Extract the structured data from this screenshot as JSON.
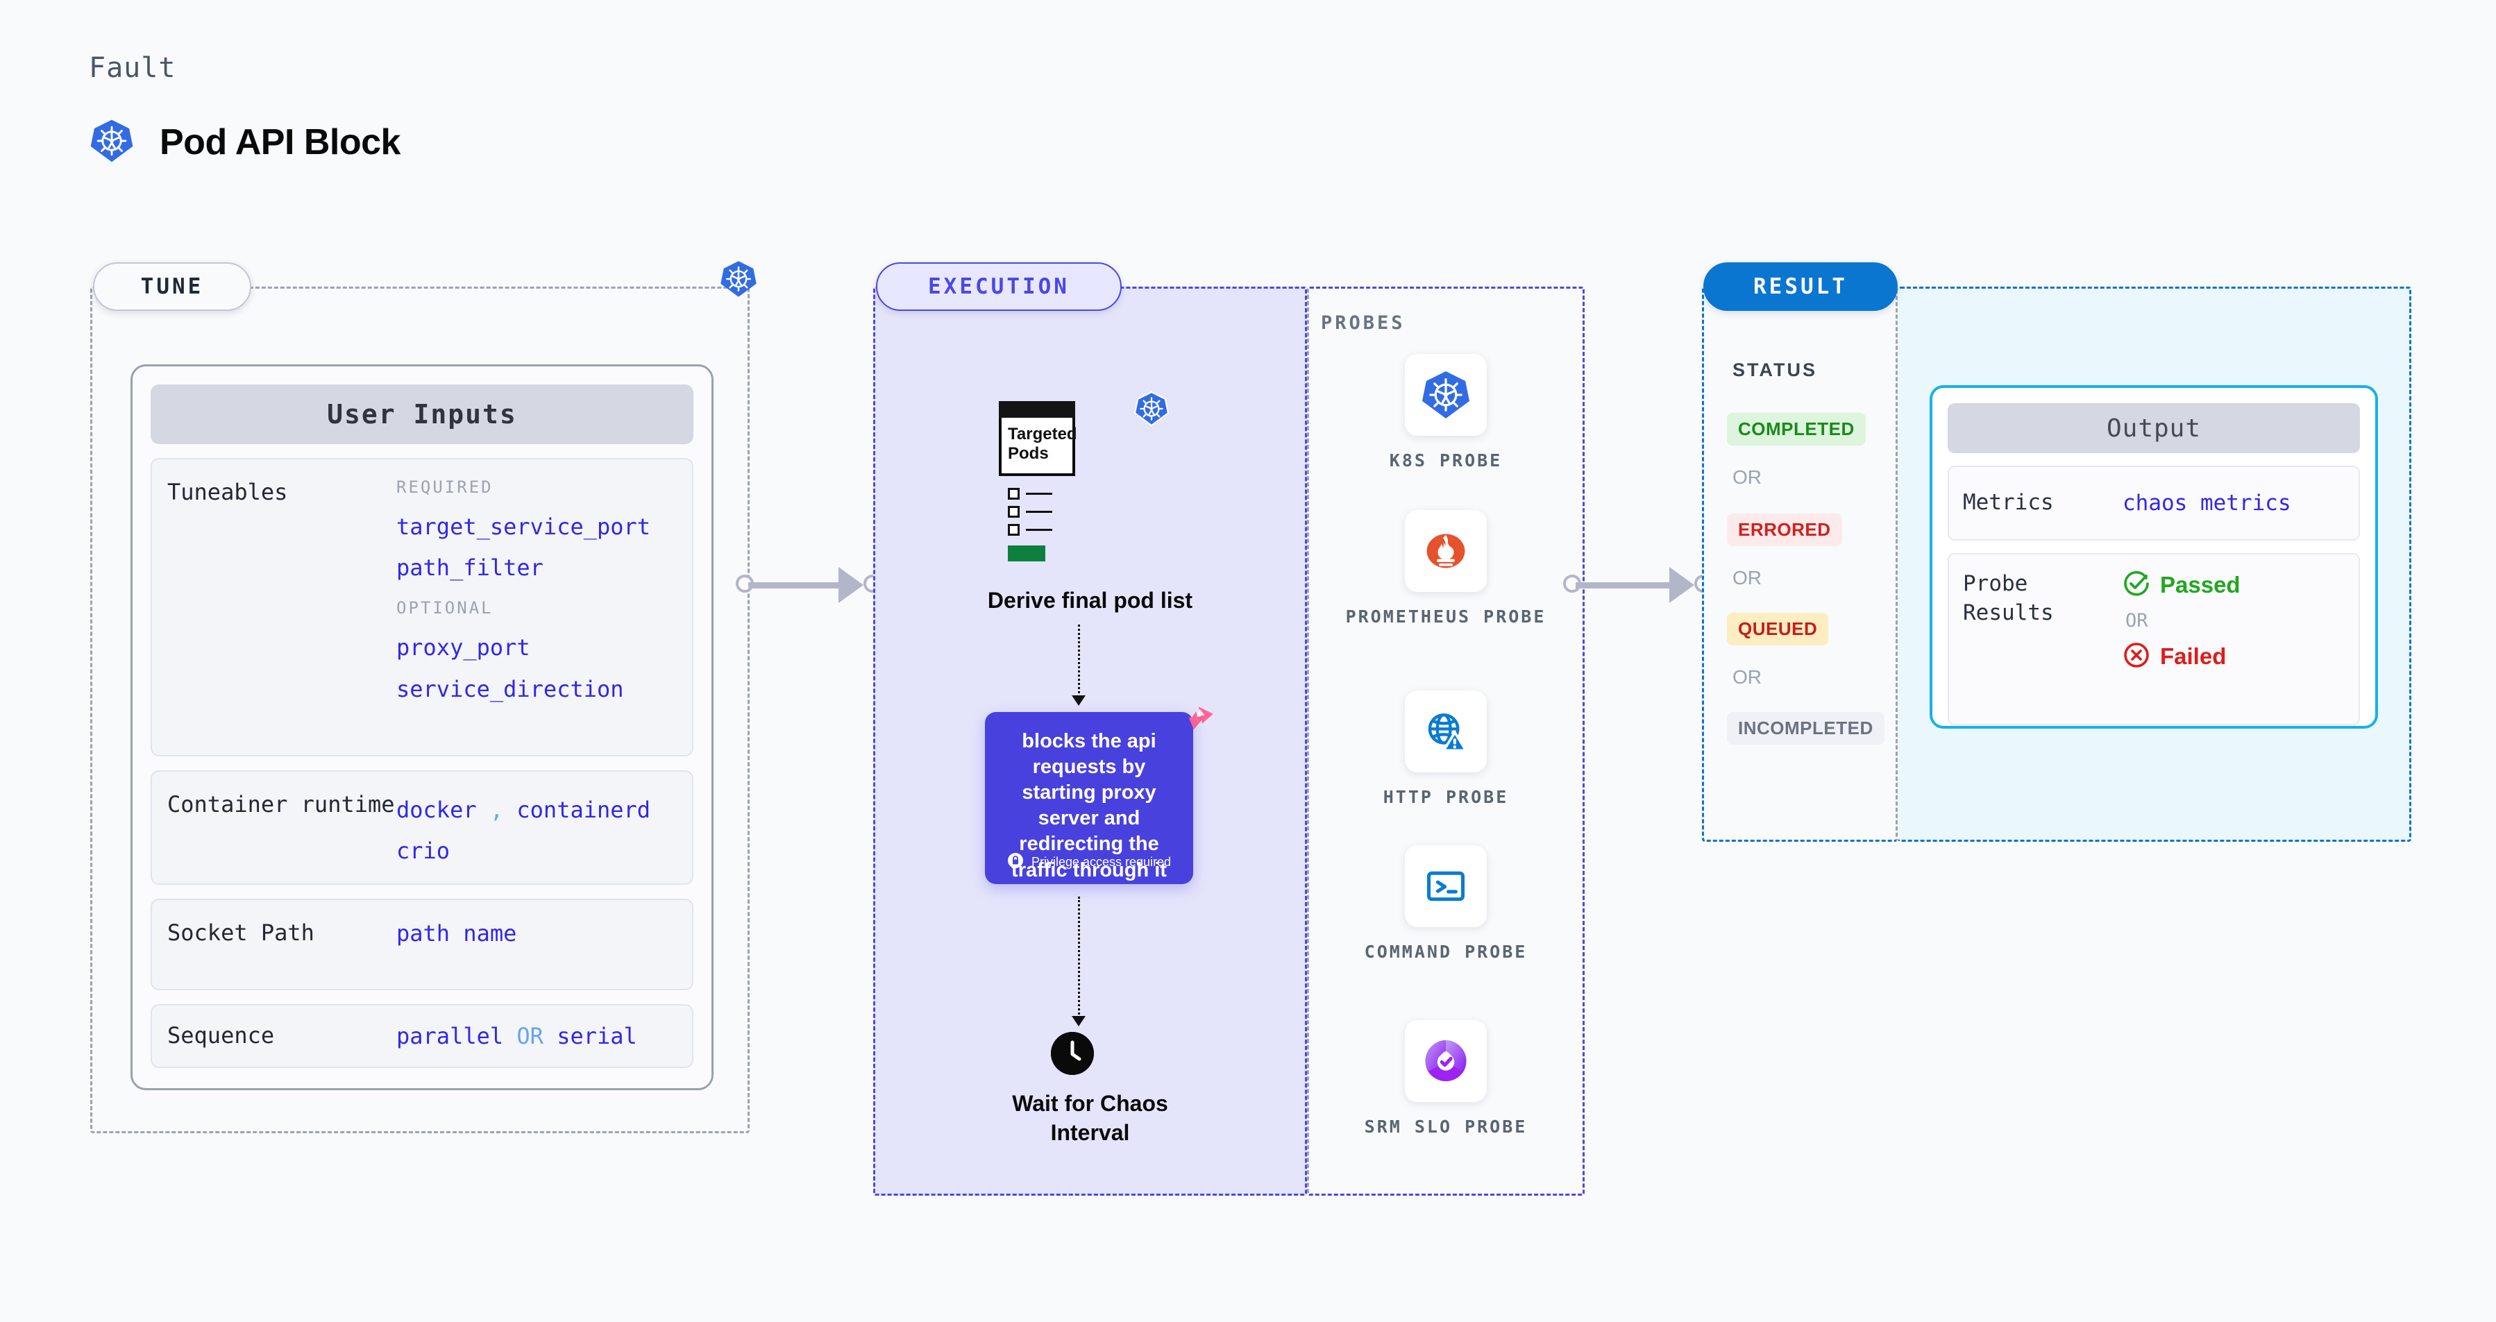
{
  "header": {
    "eyebrow": "Fault",
    "title": "Pod API Block",
    "icon": "kubernetes-icon"
  },
  "tune": {
    "tag": "TUNE",
    "card_title": "User Inputs",
    "rows": [
      {
        "label": "Tuneables",
        "groups": [
          {
            "kicker": "REQUIRED",
            "tokens": [
              "target_service_port",
              "path_filter"
            ]
          },
          {
            "kicker": "OPTIONAL",
            "tokens": [
              "proxy_port",
              "service_direction"
            ]
          }
        ]
      },
      {
        "label": "Container runtime",
        "line1_a": "docker",
        "line1_sep": ",",
        "line1_b": "containerd",
        "line2": "crio"
      },
      {
        "label": "Socket Path",
        "value": "path name"
      },
      {
        "label": "Sequence",
        "value_a": "parallel",
        "value_or": "OR",
        "value_b": "serial"
      }
    ]
  },
  "execution": {
    "tag": "EXECUTION",
    "pod_card": {
      "title_line1": "Targeted",
      "title_line2": "Pods",
      "icon": "kubernetes-icon"
    },
    "step1_caption": "Derive final pod list",
    "action_card": {
      "text": "blocks the api requests by starting proxy server and redirecting the traffic through it",
      "privilege_note": "Privilege access required",
      "privilege_icon": "lock-icon",
      "corner_icon": "litmus-chaos-icon",
      "color": "#4841dd"
    },
    "step2_caption_line1": "Wait for Chaos",
    "step2_caption_line2": "Interval",
    "step2_icon": "clock-icon"
  },
  "probes": {
    "title": "PROBES",
    "items": [
      {
        "label": "K8S PROBE",
        "icon": "kubernetes-icon"
      },
      {
        "label": "PROMETHEUS PROBE",
        "icon": "prometheus-icon"
      },
      {
        "label": "HTTP PROBE",
        "icon": "globe-warning-icon"
      },
      {
        "label": "COMMAND PROBE",
        "icon": "terminal-icon"
      },
      {
        "label": "SRM SLO PROBE",
        "icon": "srm-slo-icon"
      }
    ]
  },
  "result": {
    "tag": "RESULT",
    "status_title": "STATUS",
    "or_label": "OR",
    "statuses": [
      {
        "label": "COMPLETED",
        "bg": "#dcf5dc",
        "fg": "#1a8a1a"
      },
      {
        "label": "ERRORED",
        "bg": "#fdeaea",
        "fg": "#d11f1f"
      },
      {
        "label": "QUEUED",
        "bg": "#fdeec2",
        "fg": "#c41c1c"
      },
      {
        "label": "INCOMPLETED",
        "bg": "#f0f1f6",
        "fg": "#6b7280"
      }
    ]
  },
  "output": {
    "card_title": "Output",
    "metrics_label": "Metrics",
    "metrics_value": "chaos metrics",
    "probe_results_label": "Probe Results",
    "passed_label": "Passed",
    "passed_icon": "check-circle-icon",
    "passed_color": "#1fa81f",
    "or_label": "OR",
    "failed_label": "Failed",
    "failed_icon": "x-circle-icon",
    "failed_color": "#e01b1b"
  },
  "connectors": {
    "tune_to_exec": "arrow-right",
    "exec_to_result": "arrow-right"
  }
}
